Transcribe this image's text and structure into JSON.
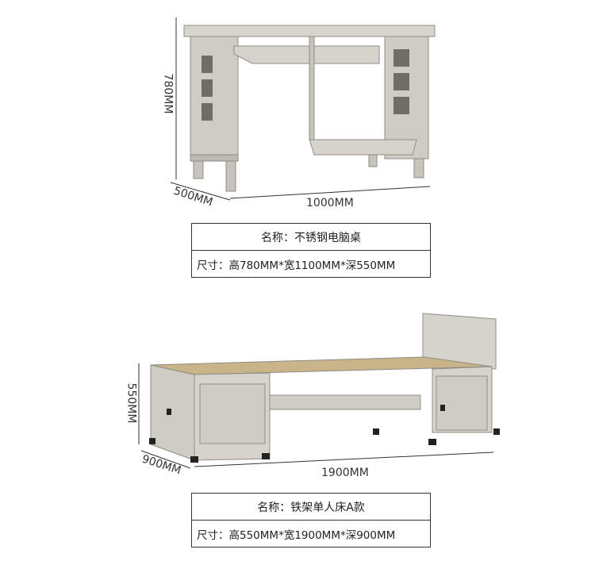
{
  "desk": {
    "dim_height": "780MM",
    "dim_depth": "500MM",
    "dim_width": "1000MM",
    "name": "名称：不锈钢电脑桌",
    "size": "尺寸：高780MM*宽1100MM*深550MM"
  },
  "bed": {
    "dim_height": "550MM",
    "dim_depth": "900MM",
    "dim_width": "1900MM",
    "name": "名称：铁架单人床A款",
    "size": "尺寸：高550MM*宽1900MM*深900MM"
  },
  "colors": {
    "metal": "#cfccc4",
    "metal_dark": "#a9a69e",
    "wood": "#c9b48a",
    "line": "#333333"
  }
}
